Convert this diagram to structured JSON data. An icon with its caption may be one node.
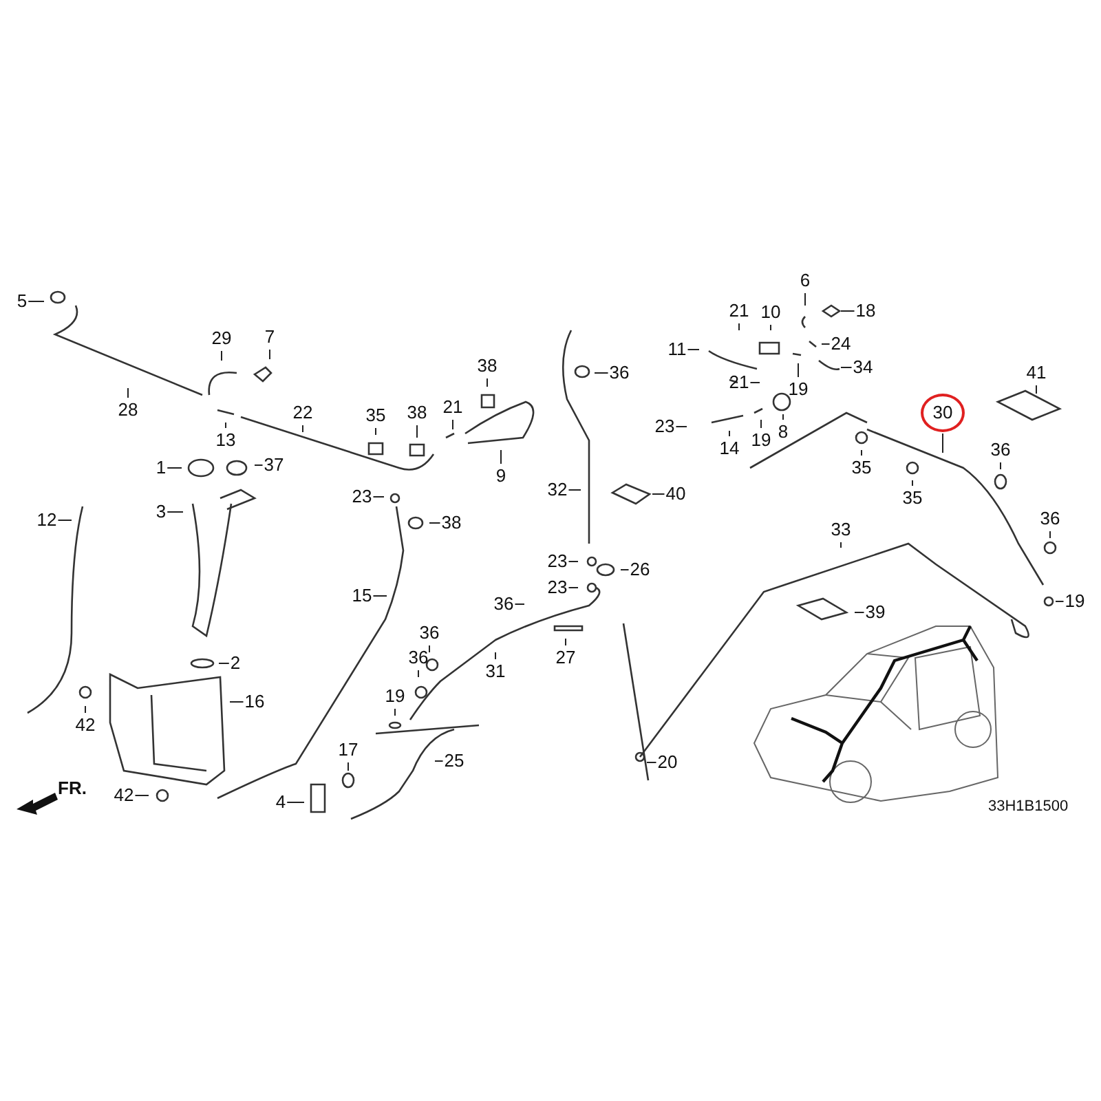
{
  "diagram": {
    "nodes": [
      {
        "text": [
          "5"
        ]
      },
      {
        "text": [
          "29"
        ]
      },
      {
        "text": [
          "7"
        ]
      },
      {
        "text": [
          "28"
        ]
      },
      {
        "text": [
          "22"
        ]
      },
      {
        "text": [
          "13"
        ]
      },
      {
        "text": [
          "35"
        ]
      },
      {
        "text": [
          "38"
        ]
      },
      {
        "text": [
          "38"
        ]
      },
      {
        "text": [
          "21"
        ]
      },
      {
        "text": [
          "9"
        ]
      },
      {
        "text": [
          "1"
        ]
      },
      {
        "text": [
          "37"
        ]
      },
      {
        "text": [
          "3"
        ]
      },
      {
        "text": [
          "23"
        ]
      },
      {
        "text": [
          "38"
        ]
      },
      {
        "text": [
          "12"
        ]
      },
      {
        "text": [
          "36"
        ]
      },
      {
        "text": [
          "32"
        ]
      },
      {
        "text": [
          "40"
        ]
      },
      {
        "text": [
          "15"
        ]
      },
      {
        "text": [
          "23"
        ]
      },
      {
        "text": [
          "26"
        ]
      },
      {
        "text": [
          "23"
        ]
      },
      {
        "text": [
          "36"
        ]
      },
      {
        "text": [
          "31"
        ]
      },
      {
        "text": [
          "27"
        ]
      },
      {
        "text": [
          "36"
        ]
      },
      {
        "text": [
          "36"
        ]
      },
      {
        "text": [
          "19"
        ]
      },
      {
        "text": [
          "2"
        ]
      },
      {
        "text": [
          "16"
        ]
      },
      {
        "text": [
          "42"
        ]
      },
      {
        "text": [
          "42"
        ]
      },
      {
        "text": [
          "17"
        ]
      },
      {
        "text": [
          "4"
        ]
      },
      {
        "text": [
          "25"
        ]
      },
      {
        "text": [
          "20"
        ]
      },
      {
        "text": [
          "21"
        ]
      },
      {
        "text": [
          "10"
        ]
      },
      {
        "text": [
          "6"
        ]
      },
      {
        "text": [
          "18"
        ]
      },
      {
        "text": [
          "11"
        ]
      },
      {
        "text": [
          "24"
        ]
      },
      {
        "text": [
          "21"
        ]
      },
      {
        "text": [
          "19"
        ]
      },
      {
        "text": [
          "34"
        ]
      },
      {
        "text": [
          "23"
        ]
      },
      {
        "text": [
          "14"
        ]
      },
      {
        "text": [
          "19"
        ]
      },
      {
        "text": [
          "8"
        ]
      },
      {
        "text": [
          "35"
        ]
      },
      {
        "text": [
          "35"
        ]
      },
      {
        "text": [
          "30"
        ]
      },
      {
        "text": [
          "41"
        ]
      },
      {
        "text": [
          "36"
        ]
      },
      {
        "text": [
          "36"
        ]
      },
      {
        "text": [
          "33"
        ]
      },
      {
        "text": [
          "39"
        ]
      },
      {
        "text": [
          "19"
        ]
      }
    ],
    "edges": [
      {
        "from": 0,
        "to": null,
        "arrow": "none"
      },
      {
        "from": 1,
        "to": null,
        "arrow": "none"
      },
      {
        "from": 2,
        "to": null,
        "arrow": "none"
      },
      {
        "from": 3,
        "to": null,
        "arrow": "none"
      },
      {
        "from": 4,
        "to": null,
        "arrow": "none"
      },
      {
        "from": 5,
        "to": null,
        "arrow": "none"
      },
      {
        "from": 6,
        "to": null,
        "arrow": "none"
      },
      {
        "from": 7,
        "to": null,
        "arrow": "none"
      },
      {
        "from": 8,
        "to": null,
        "arrow": "none"
      },
      {
        "from": 9,
        "to": null,
        "arrow": "none"
      },
      {
        "from": 10,
        "to": null,
        "arrow": "none"
      },
      {
        "from": 11,
        "to": null,
        "arrow": "none"
      },
      {
        "from": 12,
        "to": null,
        "arrow": "none"
      },
      {
        "from": 13,
        "to": null,
        "arrow": "none"
      },
      {
        "from": 14,
        "to": null,
        "arrow": "none"
      },
      {
        "from": 15,
        "to": null,
        "arrow": "none"
      },
      {
        "from": 16,
        "to": null,
        "arrow": "none"
      },
      {
        "from": 17,
        "to": null,
        "arrow": "none"
      },
      {
        "from": 18,
        "to": null,
        "arrow": "none"
      },
      {
        "from": 19,
        "to": null,
        "arrow": "none"
      },
      {
        "from": 20,
        "to": null,
        "arrow": "none"
      },
      {
        "from": 21,
        "to": null,
        "arrow": "none"
      },
      {
        "from": 22,
        "to": null,
        "arrow": "none"
      },
      {
        "from": 23,
        "to": null,
        "arrow": "none"
      },
      {
        "from": 24,
        "to": null,
        "arrow": "none"
      },
      {
        "from": 25,
        "to": null,
        "arrow": "none"
      },
      {
        "from": 26,
        "to": null,
        "arrow": "none"
      },
      {
        "from": 27,
        "to": null,
        "arrow": "none"
      },
      {
        "from": 28,
        "to": null,
        "arrow": "none"
      },
      {
        "from": 29,
        "to": null,
        "arrow": "none"
      },
      {
        "from": 30,
        "to": null,
        "arrow": "none"
      },
      {
        "from": 31,
        "to": null,
        "arrow": "none"
      },
      {
        "from": 32,
        "to": null,
        "arrow": "none"
      },
      {
        "from": 33,
        "to": null,
        "arrow": "none"
      },
      {
        "from": 34,
        "to": null,
        "arrow": "none"
      },
      {
        "from": 35,
        "to": null,
        "arrow": "none"
      },
      {
        "from": 36,
        "to": null,
        "arrow": "none"
      },
      {
        "from": 37,
        "to": null,
        "arrow": "none"
      },
      {
        "from": 38,
        "to": null,
        "arrow": "none"
      },
      {
        "from": 39,
        "to": null,
        "arrow": "none"
      },
      {
        "from": 40,
        "to": null,
        "arrow": "none"
      },
      {
        "from": 41,
        "to": null,
        "arrow": "none"
      },
      {
        "from": 42,
        "to": null,
        "arrow": "none"
      },
      {
        "from": 43,
        "to": null,
        "arrow": "none"
      },
      {
        "from": 44,
        "to": null,
        "arrow": "none"
      },
      {
        "from": 45,
        "to": null,
        "arrow": "none"
      },
      {
        "from": 46,
        "to": null,
        "arrow": "none"
      },
      {
        "from": 47,
        "to": null,
        "arrow": "none"
      },
      {
        "from": 48,
        "to": null,
        "arrow": "none"
      },
      {
        "from": 49,
        "to": null,
        "arrow": "none"
      },
      {
        "from": 50,
        "to": null,
        "arrow": "none"
      },
      {
        "from": 51,
        "to": null,
        "arrow": "none"
      },
      {
        "from": 52,
        "to": null,
        "arrow": "none"
      },
      {
        "from": 53,
        "to": null,
        "arrow": "none"
      },
      {
        "from": 54,
        "to": null,
        "arrow": "none"
      },
      {
        "from": 55,
        "to": null,
        "arrow": "none"
      },
      {
        "from": 56,
        "to": null,
        "arrow": "none"
      },
      {
        "from": 57,
        "to": null,
        "arrow": "none"
      },
      {
        "from": 58,
        "to": null,
        "arrow": "none"
      },
      {
        "from": 59,
        "to": null,
        "arrow": "none"
      }
    ],
    "labels": [
      "FR.",
      "33H1B1500"
    ]
  }
}
